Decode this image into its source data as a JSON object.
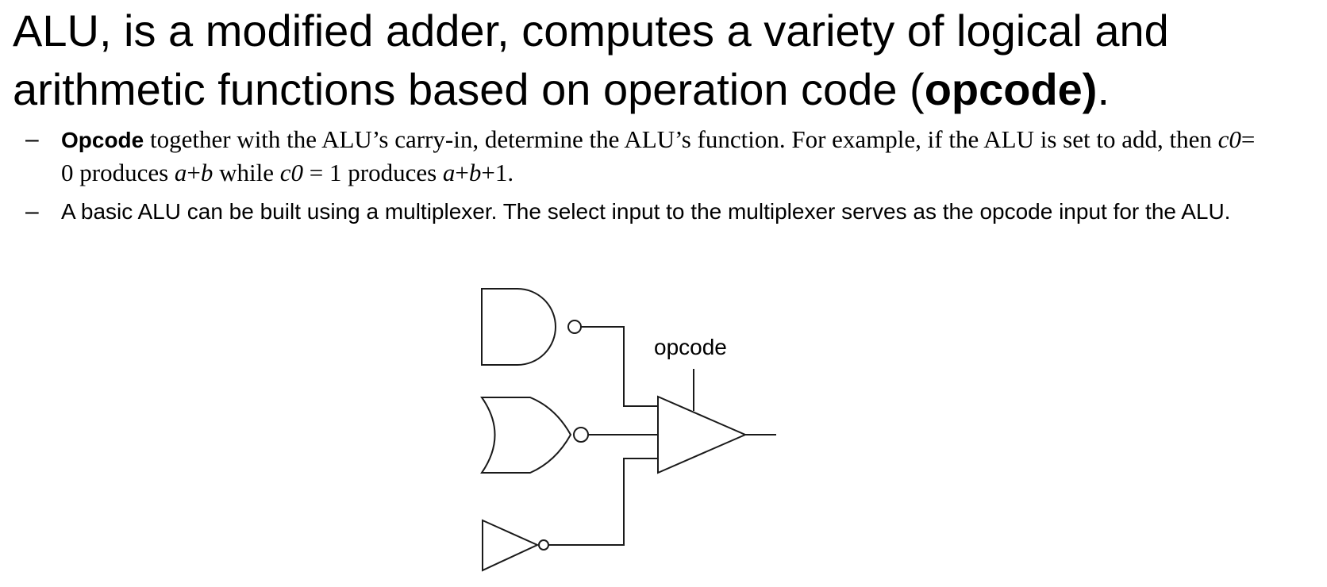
{
  "heading": {
    "line1": "ALU, is a modified adder, computes a variety of logical and",
    "line2_prefix": "arithmetic functions based on operation code (",
    "line2_bold": "opcode)",
    "line2_suffix": "."
  },
  "bullets": [
    {
      "marker": "–",
      "lead": "Opcode",
      "text_a": " together with the ALU’s carry-in, determine the ALU’s function. For example, if the ALU is set to add, then ",
      "term_c0_first": "c0",
      "text_b": "= 0 produces ",
      "term_ab": "a",
      "text_c": "+",
      "term_b": "b",
      "text_d": " while ",
      "term_c0_second": "c0",
      "text_e": " = 1 produces ",
      "term_ab2": "a",
      "text_f": "+",
      "term_b2": "b",
      "text_g": "+1."
    },
    {
      "marker": "–",
      "text": "A basic ALU can be built using a multiplexer. The select input to the multiplexer serves as the opcode input for the ALU."
    }
  ],
  "diagram": {
    "opcode_label": "opcode",
    "components": [
      "nand-gate",
      "nor-gate",
      "not-gate",
      "multiplexer"
    ]
  }
}
